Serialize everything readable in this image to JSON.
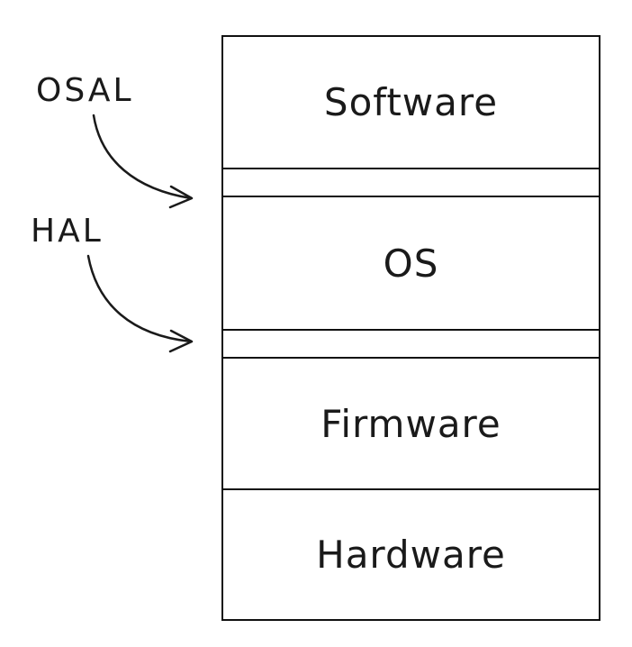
{
  "diagram": {
    "layers": {
      "software": "Software",
      "osal_band": "",
      "os": "OS",
      "hal_band": "",
      "firmware": "Firmware",
      "hardware": "Hardware"
    },
    "annotations": {
      "osal": "OSAL",
      "hal": "HAL"
    }
  }
}
